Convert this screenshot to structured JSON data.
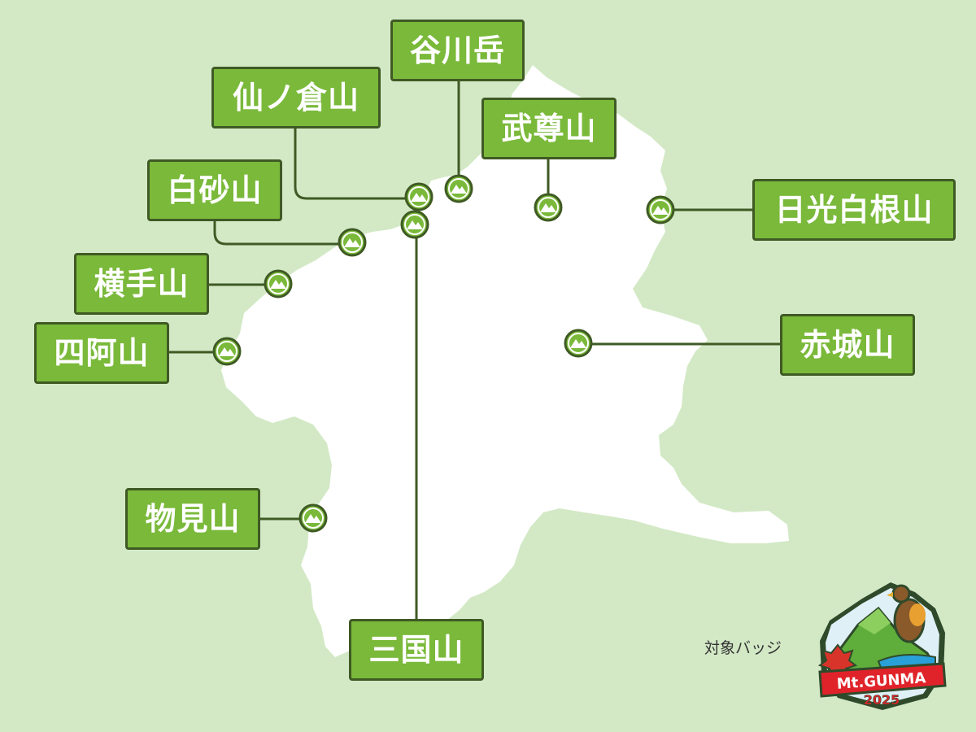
{
  "mountains": [
    {
      "key": "tanigawa",
      "name": "谷川岳"
    },
    {
      "key": "sennokura",
      "name": "仙ノ倉山"
    },
    {
      "key": "buson",
      "name": "武尊山"
    },
    {
      "key": "shirasuna",
      "name": "白砂山"
    },
    {
      "key": "nikko-shirane",
      "name": "日光白根山"
    },
    {
      "key": "yokote",
      "name": "横手山"
    },
    {
      "key": "azumaya",
      "name": "四阿山"
    },
    {
      "key": "akagi",
      "name": "赤城山"
    },
    {
      "key": "monomi",
      "name": "物見山"
    },
    {
      "key": "mikuni",
      "name": "三国山"
    }
  ],
  "badge": {
    "caption": "対象バッジ",
    "text": "Mt.GUNMA",
    "year": "2025"
  },
  "colors": {
    "background": "#d3e9c6",
    "land": "#ffffff",
    "label_fill": "#7ab93a",
    "label_border": "#3f5a24",
    "marker_fill": "#7ab93a",
    "line": "#3f5a24"
  },
  "icons": {
    "marker": "mountain-marker-icon"
  }
}
